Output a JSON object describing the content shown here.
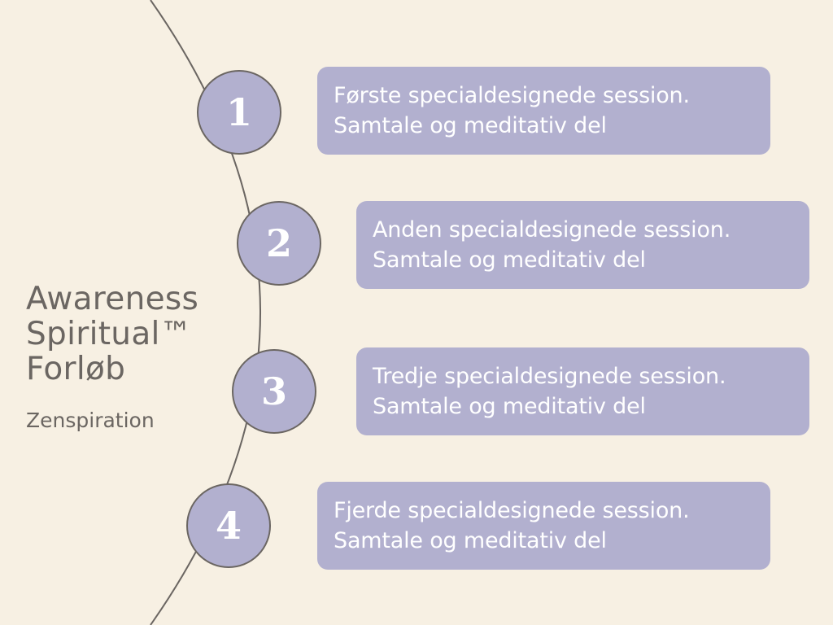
{
  "title": {
    "line1": "Awareness",
    "line2": "Spiritual™",
    "line3": "Forløb"
  },
  "subtitle": "Zenspiration",
  "steps": [
    {
      "number": "1",
      "line1": "Første specialdesignede session.",
      "line2": "Samtale og meditativ del"
    },
    {
      "number": "2",
      "line1": "Anden specialdesignede session.",
      "line2": "Samtale og meditativ del"
    },
    {
      "number": "3",
      "line1": "Tredje specialdesignede session.",
      "line2": "Samtale og meditativ del"
    },
    {
      "number": "4",
      "line1": "Fjerde specialdesignede session.",
      "line2": "Samtale og meditativ del"
    }
  ],
  "colors": {
    "background": "#f7f0e3",
    "accent": "#b2b0cf",
    "line": "#6b6662",
    "text_light": "#ffffff"
  }
}
